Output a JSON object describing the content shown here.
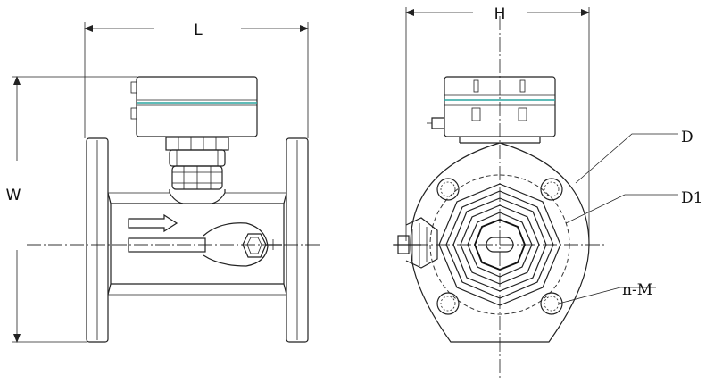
{
  "dimensions": {
    "length_label": "L",
    "width_label": "W",
    "height_label": "H"
  },
  "callouts": {
    "outer_diameter": "D",
    "bolt_circle": "D1",
    "bolt_holes": "n-M"
  },
  "colors": {
    "line": "#222222",
    "indicator_stripe": "#2aa6a0"
  },
  "icons": {
    "flow_arrow": "arrow-right-icon"
  }
}
